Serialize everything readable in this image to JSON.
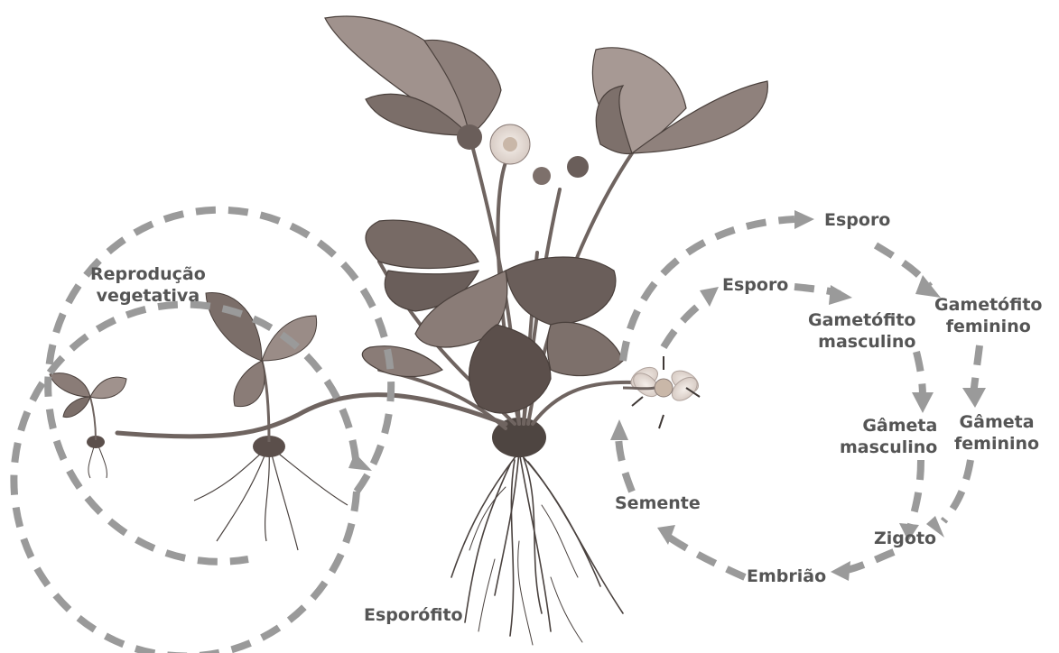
{
  "colors": {
    "arrow": "#9a9a9a",
    "label": "#555555",
    "leaf_dark": "#5b4f4b",
    "leaf_mid": "#8a7c77",
    "leaf_light": "#b7aaa4",
    "stem": "#6f6460",
    "root": "#3f3835",
    "flower_center": "#c9b7a8"
  },
  "labels": {
    "reproducao_line1": "Reprodução",
    "reproducao_line2": "vegetativa",
    "esporofito": "Esporófito",
    "esporo_outer": "Esporo",
    "esporo_inner": "Esporo",
    "gametofito_fem_line1": "Gametófito",
    "gametofito_fem_line2": "feminino",
    "gametofito_masc_line1": "Gametófito",
    "gametofito_masc_line2": "masculino",
    "gameta_masc_line1": "Gâmeta",
    "gameta_masc_line2": "masculino",
    "gameta_fem_line1": "Gâmeta",
    "gameta_fem_line2": "feminino",
    "zigoto": "Zigoto",
    "embriao": "Embrião",
    "semente": "Semente"
  },
  "icons": {
    "main_plant": "strawberry-plant-illustration",
    "daughter_plant_small": "strawberry-runner-plant-small",
    "daughter_plant_large": "strawberry-runner-plant-large",
    "flower": "strawberry-flower"
  }
}
